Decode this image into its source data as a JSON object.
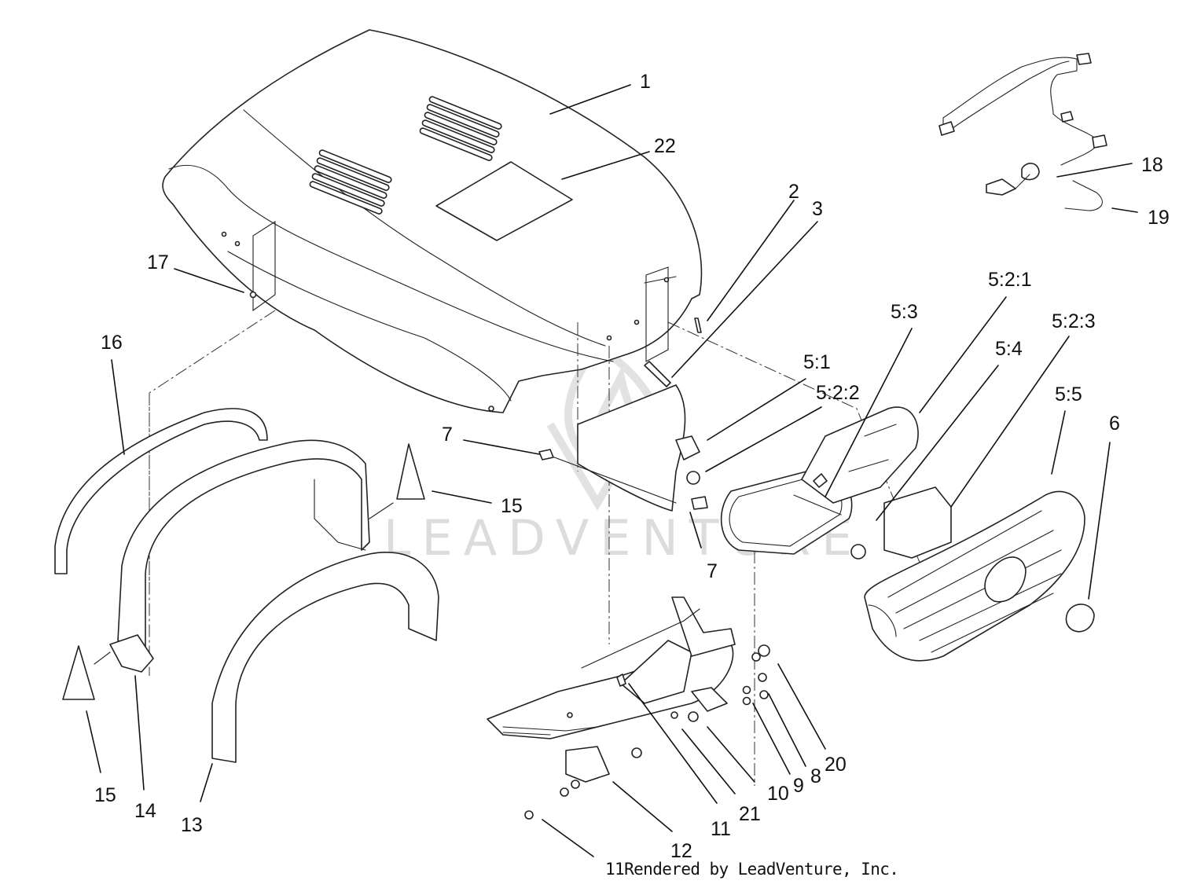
{
  "watermark": "LEADVENTURE",
  "footer": "11Rendered by LeadVenture, Inc.",
  "callouts": [
    {
      "id": "hood",
      "text": "1"
    },
    {
      "id": "decal",
      "text": "22"
    },
    {
      "id": "screw-2",
      "text": "2"
    },
    {
      "id": "bracket-3",
      "text": "3"
    },
    {
      "id": "clip-17",
      "text": "17"
    },
    {
      "id": "fender-16",
      "text": "16"
    },
    {
      "id": "clip-7-top",
      "text": "7"
    },
    {
      "id": "plug-15-right",
      "text": "15"
    },
    {
      "id": "clip-7-bottom",
      "text": "7"
    },
    {
      "id": "socket-5-1",
      "text": "5:1"
    },
    {
      "id": "bulb-5-2-2",
      "text": "5:2:2"
    },
    {
      "id": "lens-5-3",
      "text": "5:3"
    },
    {
      "id": "housing-5-2-1",
      "text": "5:2:1"
    },
    {
      "id": "reflector-5-4",
      "text": "5:4"
    },
    {
      "id": "panel-5-2-3",
      "text": "5:2:3"
    },
    {
      "id": "grille-5-5",
      "text": "5:5"
    },
    {
      "id": "emblem-6",
      "text": "6"
    },
    {
      "id": "harness-18",
      "text": "18"
    },
    {
      "id": "wire-19",
      "text": "19"
    },
    {
      "id": "plug-15-left",
      "text": "15"
    },
    {
      "id": "fender-14",
      "text": "14"
    },
    {
      "id": "fender-13",
      "text": "13"
    },
    {
      "id": "support-12",
      "text": "12"
    },
    {
      "id": "bolt-11",
      "text": "11"
    },
    {
      "id": "nut-21",
      "text": "21"
    },
    {
      "id": "bolt-10",
      "text": "10"
    },
    {
      "id": "washer-9",
      "text": "9"
    },
    {
      "id": "nut-8",
      "text": "8"
    },
    {
      "id": "screw-20",
      "text": "20"
    }
  ]
}
